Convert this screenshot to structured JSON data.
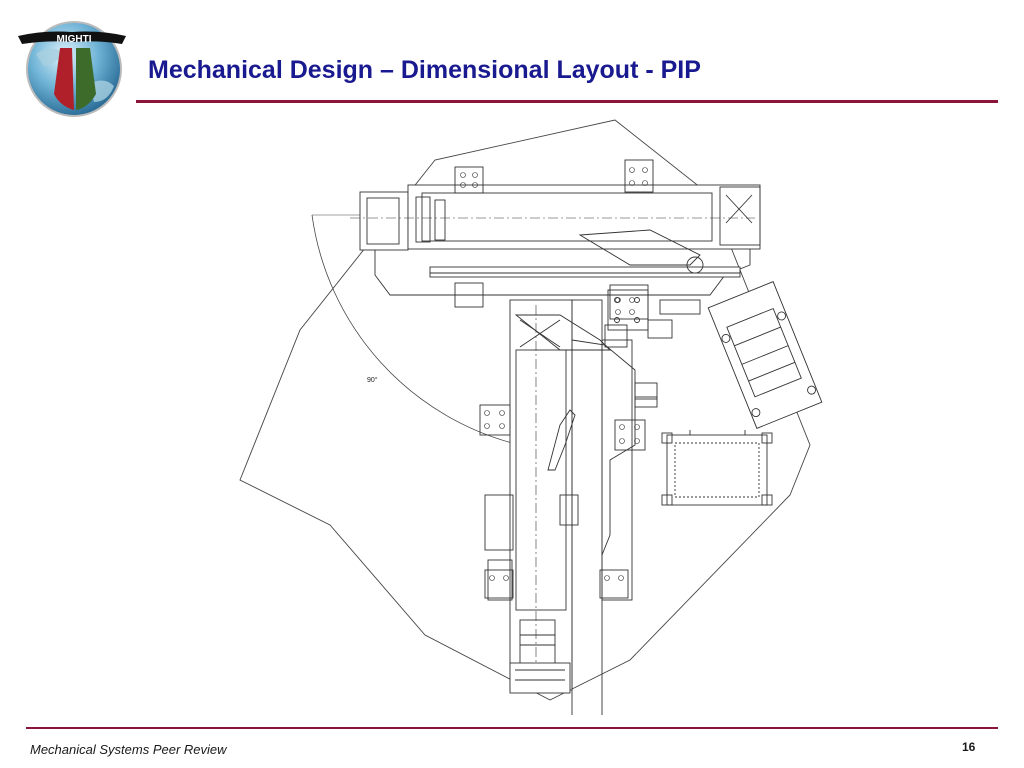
{
  "slide": {
    "title": "Mechanical Design – Dimensional Layout - PIP",
    "footer": "Mechanical Systems Peer Review",
    "page_number": "16"
  },
  "logo": {
    "text": "MIGHTI"
  },
  "drawing": {
    "angle_label": "90°"
  },
  "colors": {
    "title": "#1a1a90",
    "rule": "#8a1538",
    "logo_red": "#b0202a",
    "logo_green": "#3d6b2a"
  }
}
